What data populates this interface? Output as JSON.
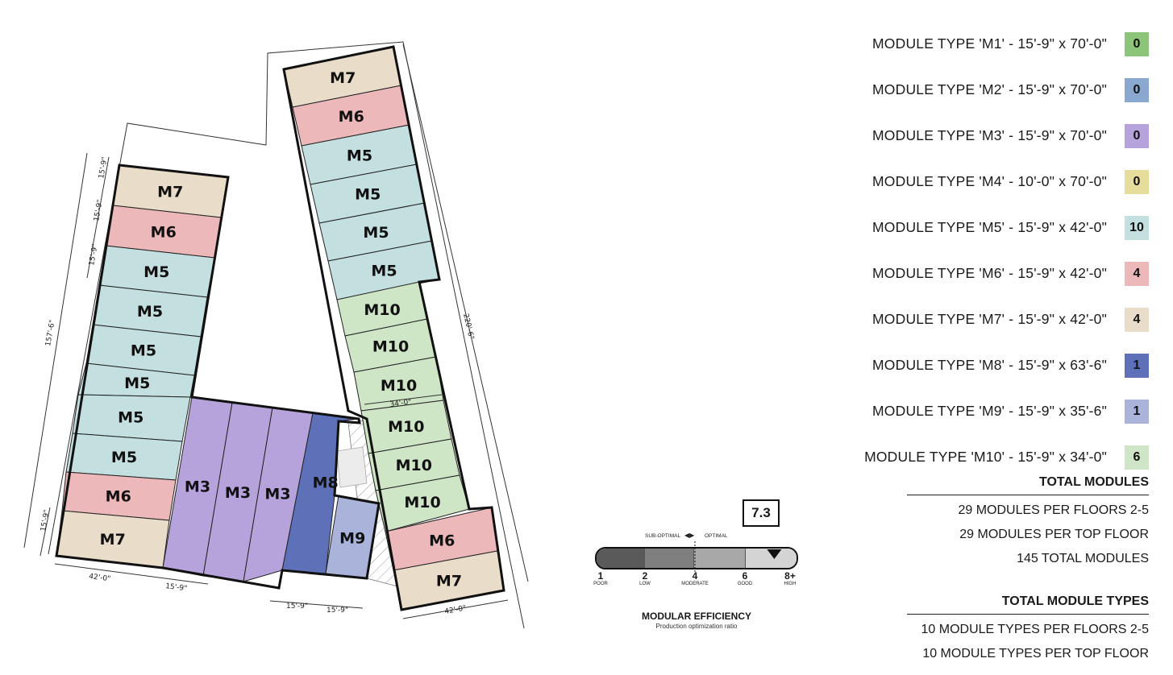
{
  "plan": {
    "dimensions": {
      "left_overall": "157'-6\"",
      "left_top": "15'-9\"",
      "left_mid": "15'-9\"",
      "left_lower": "15'-9\"",
      "left_bottom": "15'-9\"",
      "right_overall": "220'-6\"",
      "bottom_left": "42'-0\"",
      "bottom_mid": "15'-9\"",
      "bottom_a": "15'-9\"",
      "bottom_b": "15'-9\"",
      "bottom_right": "42'-0\"",
      "inner": "34'-0\""
    }
  },
  "legend": [
    {
      "label": "MODULE TYPE 'M1' - 15'-9\" x 70'-0\"",
      "count": "0",
      "color": "#8cc47a"
    },
    {
      "label": "MODULE TYPE 'M2' - 15'-9\" x 70'-0\"",
      "count": "0",
      "color": "#8aa8cf"
    },
    {
      "label": "MODULE TYPE 'M3' - 15'-9\" x 70'-0\"",
      "count": "0",
      "color": "#b6a3dc"
    },
    {
      "label": "MODULE TYPE 'M4' - 10'-0\" x 70'-0\"",
      "count": "0",
      "color": "#e6dc9c"
    },
    {
      "label": "MODULE TYPE 'M5' - 15'-9\" x 42'-0\"",
      "count": "10",
      "color": "#c4dfe0"
    },
    {
      "label": "MODULE TYPE 'M6' - 15'-9\" x 42'-0\"",
      "count": "4",
      "color": "#ecb8ba"
    },
    {
      "label": "MODULE TYPE 'M7' - 15'-9\" x 42'-0\"",
      "count": "4",
      "color": "#e9ddca"
    },
    {
      "label": "MODULE TYPE 'M8' - 15'-9\" x 63'-6\"",
      "count": "1",
      "color": "#5e70b8"
    },
    {
      "label": "MODULE TYPE 'M9' - 15'-9\" x 35'-6\"",
      "count": "1",
      "color": "#aab4da"
    },
    {
      "label": "MODULE TYPE 'M10' - 15'-9\" x 34'-0\"",
      "count": "6",
      "color": "#cfe6c6"
    }
  ],
  "totals": {
    "modules_title": "TOTAL MODULES",
    "modules_lines": [
      "29 MODULES PER FLOORS 2-5",
      "29 MODULES PER TOP FLOOR",
      "145 TOTAL MODULES"
    ],
    "types_title": "TOTAL MODULE TYPES",
    "types_lines": [
      "10 MODULE TYPES PER FLOORS 2-5",
      "10 MODULE TYPES PER TOP FLOOR"
    ]
  },
  "efficiency": {
    "score": "7.3",
    "score_value": 7.3,
    "sub_optimal": "SUB-OPTIMAL",
    "optimal": "OPTIMAL",
    "ticks": [
      {
        "num": "1",
        "word": "POOR"
      },
      {
        "num": "2",
        "word": "LOW"
      },
      {
        "num": "4",
        "word": "MODERATE"
      },
      {
        "num": "6",
        "word": "GOOD"
      },
      {
        "num": "8+",
        "word": "HIGH"
      }
    ],
    "title": "MODULAR EFFICIENCY",
    "subtitle": "Production optimization ratio",
    "segment_colors": [
      "#5a5a5a",
      "#7f7f7f",
      "#a8a8a8",
      "#d4d4d4"
    ]
  },
  "colors": {
    "M3": "#b6a3dc",
    "M5": "#c4dfe0",
    "M6": "#ecb8ba",
    "M7": "#e9ddca",
    "M8": "#5e70b8",
    "M9": "#aab4da",
    "M10": "#cfe6c6"
  }
}
